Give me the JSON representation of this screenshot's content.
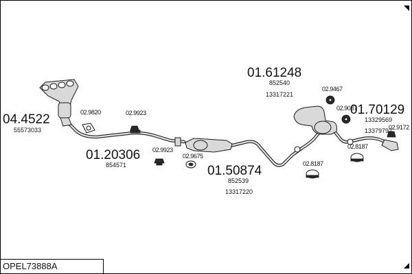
{
  "diagram": {
    "reference": "OPEL73888A",
    "assemblies": {
      "manifold": {
        "part_no": "04.4522",
        "codes": [
          "55573033"
        ]
      },
      "front_pipe": {
        "part_no": "01.20306",
        "codes": [
          "854571"
        ]
      },
      "centre_muffler": {
        "part_no": "01.50874",
        "codes": [
          "852539",
          "13317220"
        ]
      },
      "rear_muffler_upper": {
        "part_no": "01.61248",
        "codes": [
          "852540",
          "13317221"
        ]
      },
      "rear_muffler_right": {
        "part_no": "01.70129",
        "codes": [
          "13329569",
          "13379792"
        ]
      }
    },
    "hardware": {
      "h1": "02.9820",
      "h2": "02.9923",
      "h3": "02.9923",
      "h4": "02.9675",
      "h5": "02.9467",
      "h6": "02.9087",
      "h7": "02.9172",
      "h8": "02.8187",
      "h9": "02.8187"
    }
  }
}
